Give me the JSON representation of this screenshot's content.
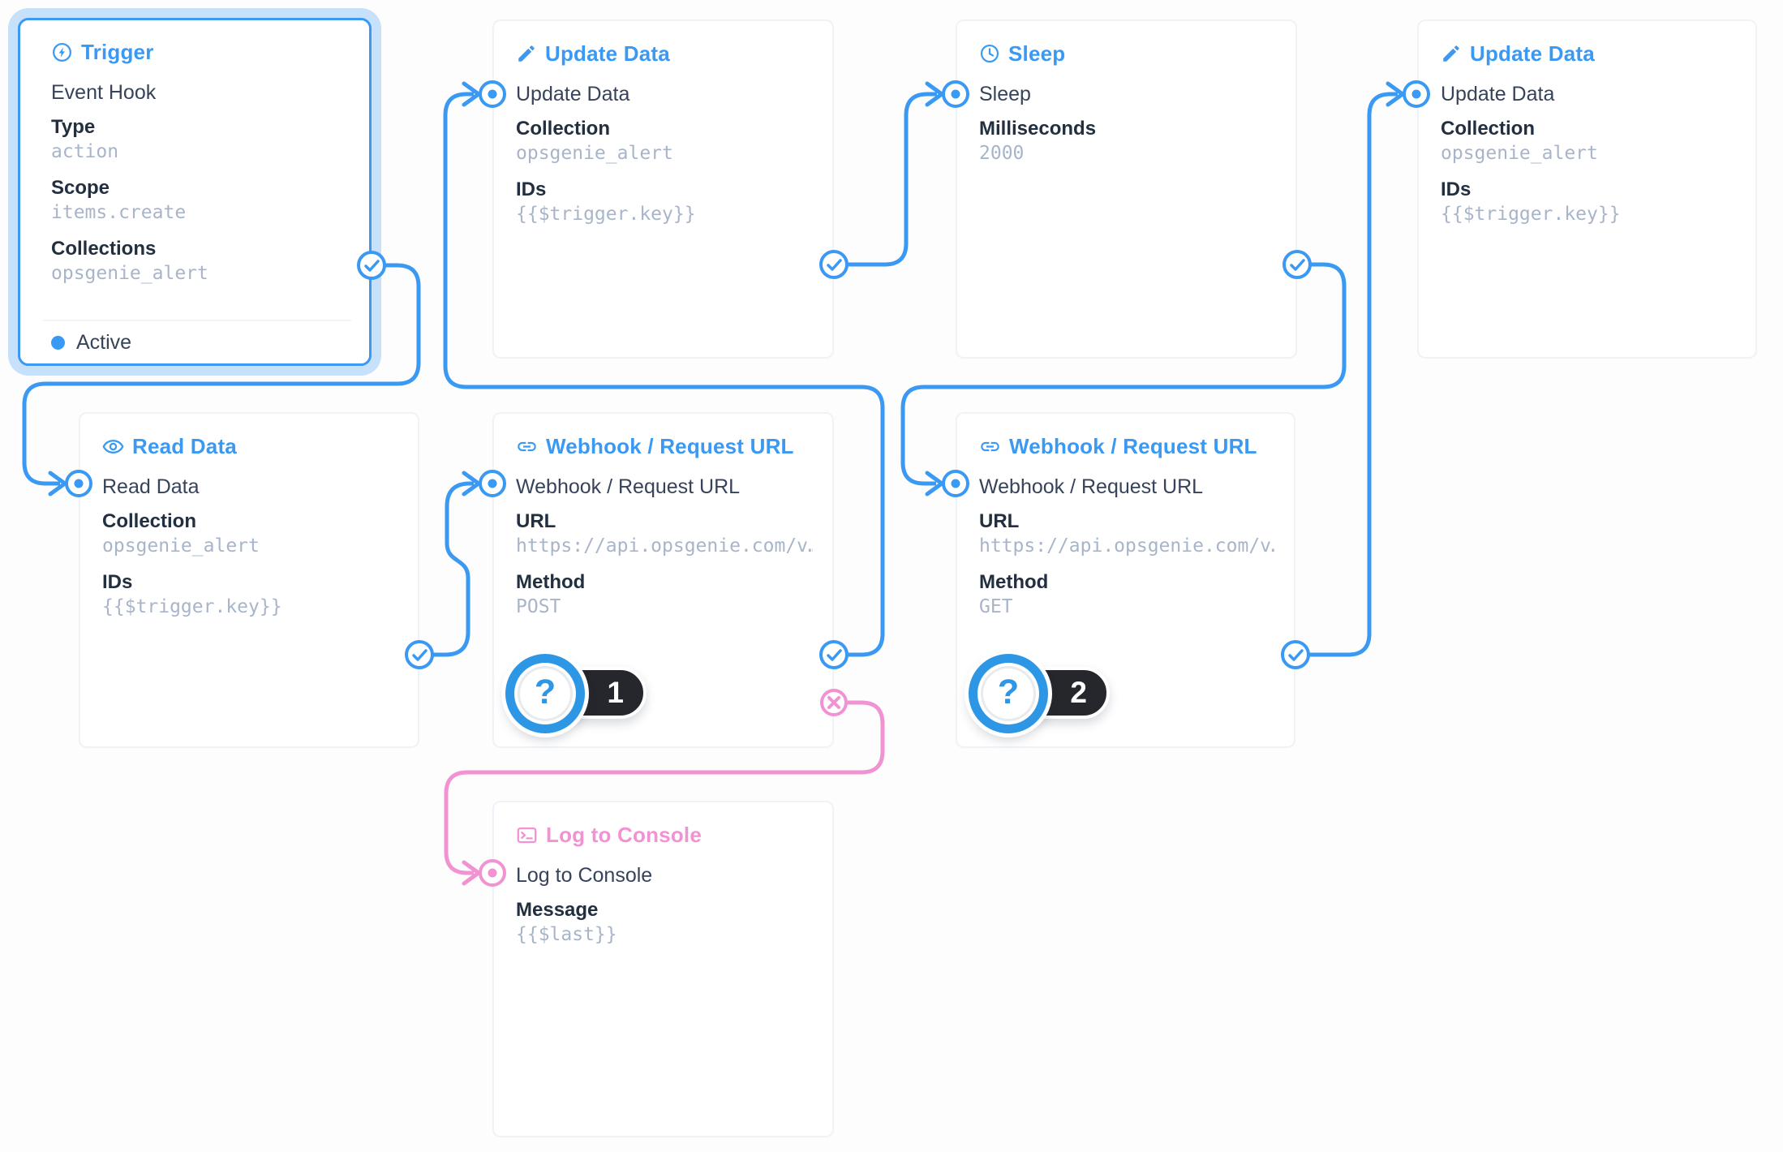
{
  "colors": {
    "accent_blue": "#3a99f2",
    "accent_pink": "#f192d3",
    "value_text": "#a8b5c9",
    "label_text": "#222f40",
    "badge_pill": "#26272c",
    "trigger_glow": "#c7e1fa",
    "card_border": "#eff2f7"
  },
  "badge_icon": "?",
  "nodes": {
    "trigger": {
      "title": "Trigger",
      "icon": "bolt-circle-icon",
      "name": "Event Hook",
      "fields": [
        {
          "label": "Type",
          "value": "action"
        },
        {
          "label": "Scope",
          "value": "items.create"
        },
        {
          "label": "Collections",
          "value": "opsgenie_alert"
        }
      ],
      "status": "Active"
    },
    "update1": {
      "title": "Update Data",
      "icon": "pencil-icon",
      "name": "Update Data",
      "fields": [
        {
          "label": "Collection",
          "value": "opsgenie_alert"
        },
        {
          "label": "IDs",
          "value": "{{$trigger.key}}"
        }
      ]
    },
    "sleep": {
      "title": "Sleep",
      "icon": "clock-icon",
      "name": "Sleep",
      "fields": [
        {
          "label": "Milliseconds",
          "value": "2000"
        }
      ]
    },
    "update2": {
      "title": "Update Data",
      "icon": "pencil-icon",
      "name": "Update Data",
      "fields": [
        {
          "label": "Collection",
          "value": "opsgenie_alert"
        },
        {
          "label": "IDs",
          "value": "{{$trigger.key}}"
        }
      ]
    },
    "read": {
      "title": "Read Data",
      "icon": "eye-icon",
      "name": "Read Data",
      "fields": [
        {
          "label": "Collection",
          "value": "opsgenie_alert"
        },
        {
          "label": "IDs",
          "value": "{{$trigger.key}}"
        }
      ]
    },
    "webhook1": {
      "title": "Webhook / Request URL",
      "icon": "link-icon",
      "name": "Webhook / Request URL",
      "fields": [
        {
          "label": "URL",
          "value": "https://api.opsgenie.com/v…"
        },
        {
          "label": "Method",
          "value": "POST"
        }
      ],
      "badge": "1"
    },
    "webhook2": {
      "title": "Webhook / Request URL",
      "icon": "link-icon",
      "name": "Webhook / Request URL",
      "fields": [
        {
          "label": "URL",
          "value": "https://api.opsgenie.com/v…"
        },
        {
          "label": "Method",
          "value": "GET"
        }
      ],
      "badge": "2"
    },
    "log": {
      "title": "Log to Console",
      "icon": "terminal-icon",
      "name": "Log to Console",
      "fields": [
        {
          "label": "Message",
          "value": "{{$last}}"
        }
      ]
    }
  }
}
